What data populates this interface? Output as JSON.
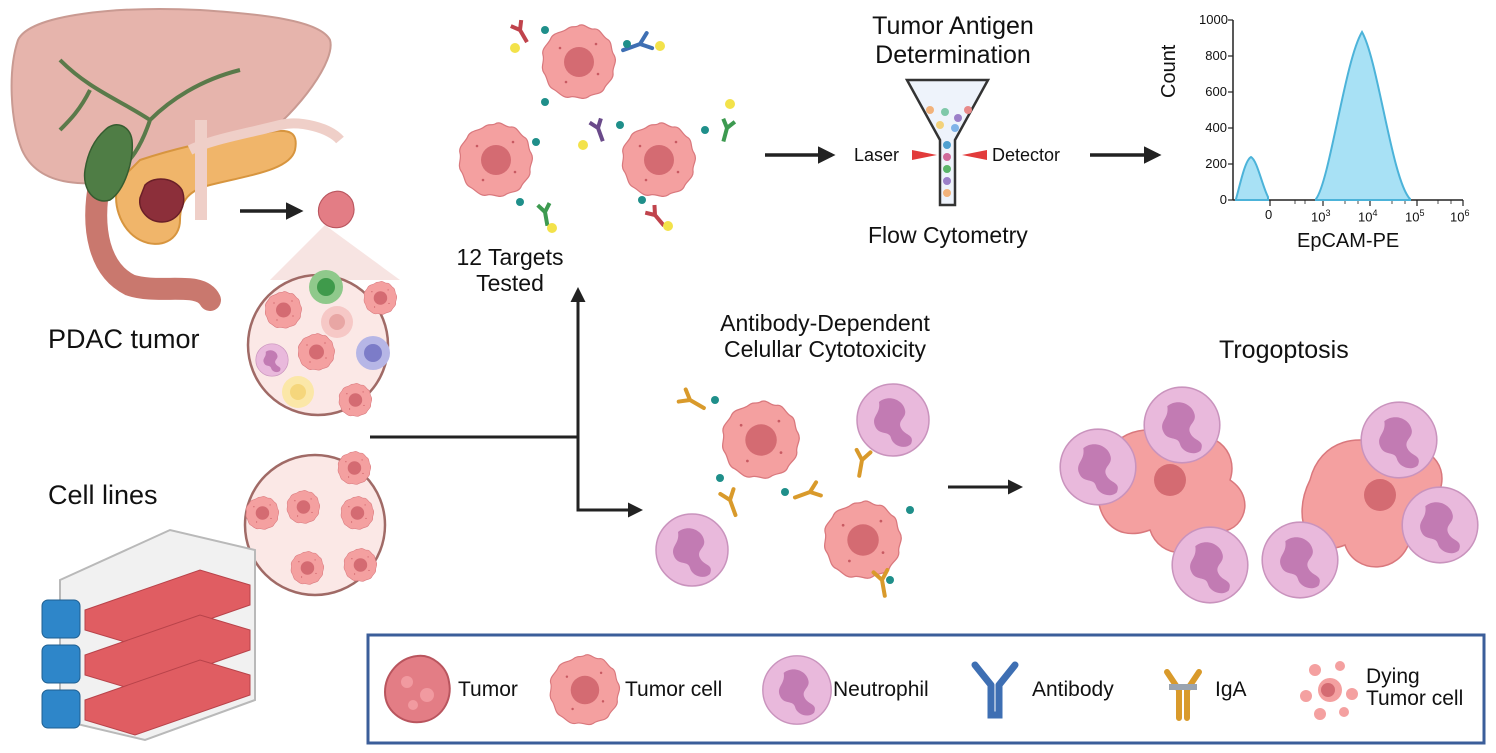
{
  "labels": {
    "pdac_tumor": "PDAC tumor",
    "cell_lines": "Cell lines",
    "targets_tested_line1": "12 Targets",
    "targets_tested_line2": "Tested",
    "tumor_antigen_line1": "Tumor Antigen",
    "tumor_antigen_line2": "Determination",
    "laser": "Laser",
    "detector": "Detector",
    "flow_cytometry": "Flow Cytometry",
    "adcc_line1": "Antibody-Dependent",
    "adcc_line2": "Celullar Cytotoxicity",
    "trogoptosis": "Trogoptosis"
  },
  "histogram": {
    "ylabel": "Count",
    "xlabel": "EpCAM-PE",
    "y_ticks": [
      "0",
      "200",
      "400",
      "600",
      "800",
      "1000"
    ],
    "x_ticks": [
      {
        "base": "0",
        "exp": ""
      },
      {
        "base": "10",
        "exp": "3"
      },
      {
        "base": "10",
        "exp": "4"
      },
      {
        "base": "10",
        "exp": "5"
      },
      {
        "base": "10",
        "exp": "6"
      }
    ],
    "fill_color": "#a8e1f5",
    "line_color": "#4cb3d9"
  },
  "legend": {
    "items": [
      {
        "label": "Tumor",
        "icon": "tumor-icon"
      },
      {
        "label": "Tumor cell",
        "icon": "tumor-cell-icon"
      },
      {
        "label": "Neutrophil",
        "icon": "neutrophil-icon"
      },
      {
        "label": "Antibody",
        "icon": "antibody-icon"
      },
      {
        "label": "IgA",
        "icon": "iga-icon"
      },
      {
        "label_line1": "Dying",
        "label_line2": "Tumor cell",
        "icon": "dying-tumor-cell-icon"
      }
    ],
    "border_color": "#3b5e9a"
  },
  "colors": {
    "tumor_cell": "#f4a0a0",
    "tumor_nucleus": "#d46b72",
    "neutrophil": "#e9b9dc",
    "neutrophil_nucleus": "#c27bb3",
    "antibody": "#3e6fb3",
    "iga": "#d99a2b",
    "liver": "#e6b4ac",
    "pancreas": "#f0b56a",
    "gallbladder": "#4f7d45",
    "flask_red": "#e05d62",
    "flask_cap": "#2e86c9"
  }
}
